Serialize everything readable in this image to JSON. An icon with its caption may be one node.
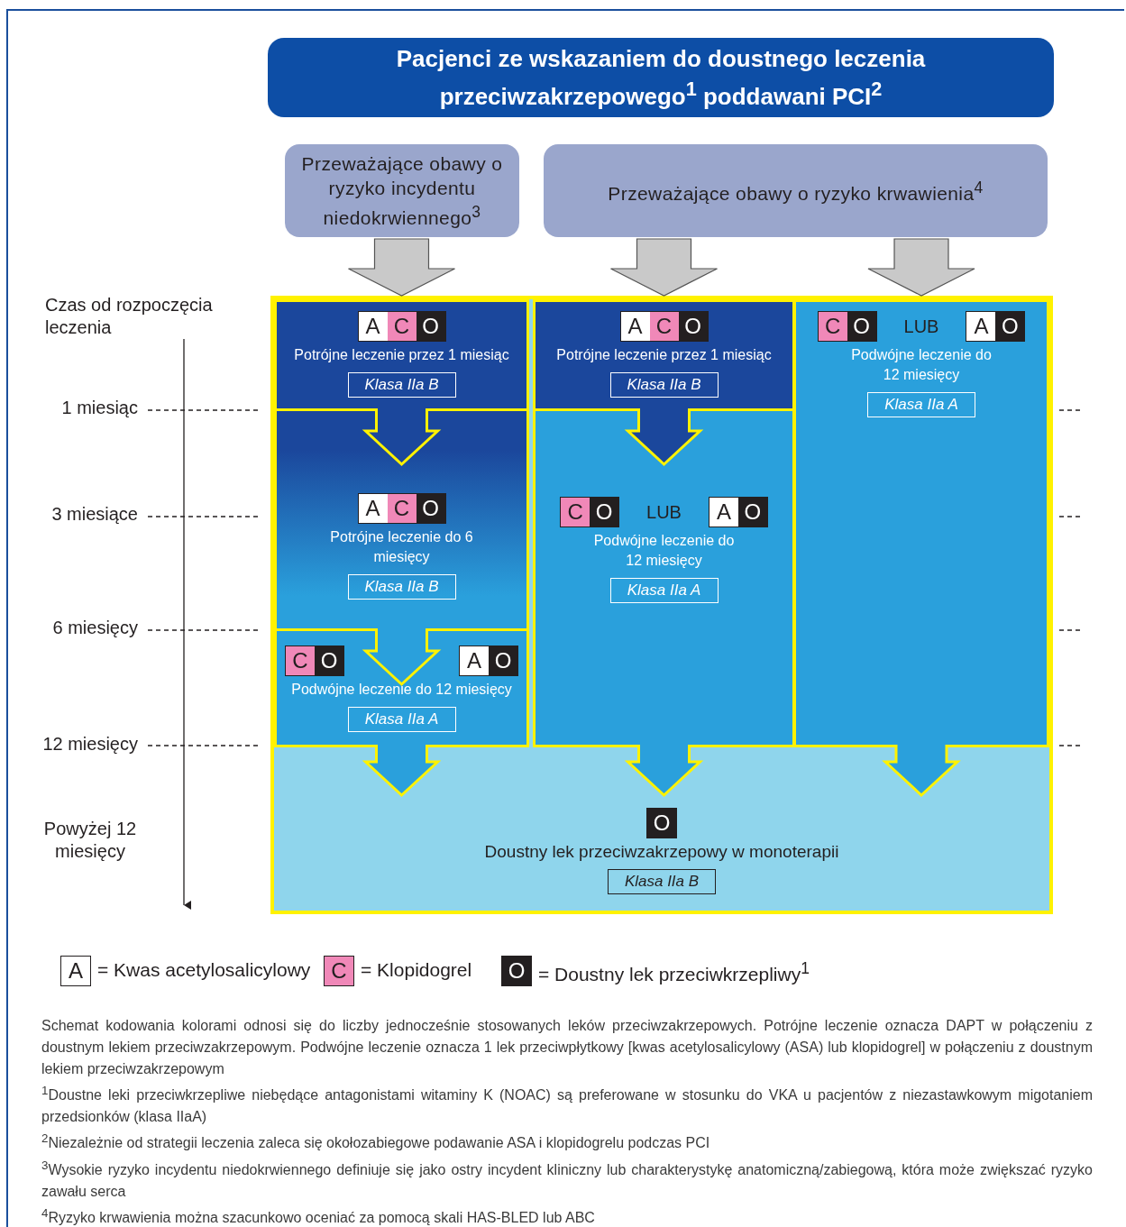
{
  "diagram": {
    "nodes": [
      {
        "text": [
          "Pacjenci ze wskazaniem do doustnego leczenia przeciwzakrzepowego$^{1}$ poddawani PCI$^{2}$"
        ]
      },
      {
        "text": [
          "Przeważające obawy o ryzyko incydentu niedokrwiennego$^{3}$"
        ]
      },
      {
        "text": [
          "Przeważające obawy o ryzyko krwawienia$^{4}$"
        ]
      },
      {
        "text": [
          "A",
          "C",
          "O",
          "Potrójne leczenie przez 1 miesiąc",
          "Klasa IIa B"
        ]
      },
      {
        "text": [
          "A",
          "C",
          "O",
          "Potrójne leczenie do 6 miesięcy",
          "Klasa IIa B"
        ]
      },
      {
        "text": [
          "C",
          "O",
          "A",
          "O",
          "Podwójne leczenie do 12 miesięcy",
          "Klasa IIa A"
        ]
      },
      {
        "text": [
          "A",
          "C",
          "O",
          "Potrójne leczenie przez 1 miesiąc",
          "Klasa IIa B"
        ]
      },
      {
        "text": [
          "C",
          "O",
          "LUB",
          "A",
          "O",
          "Podwójne leczenie do 12 miesięcy",
          "Klasa IIa A"
        ]
      },
      {
        "text": [
          "C",
          "O",
          "LUB",
          "A",
          "O",
          "Podwójne leczenie do 12 miesięcy",
          "Klasa IIa A"
        ]
      },
      {
        "text": [
          "O",
          "Doustny lek przeciwzakrzepowy w monoterapii",
          "Klasa IIa B"
        ]
      }
    ],
    "edges": [
      {
        "from": 1,
        "to": 3,
        "arrow": "to"
      },
      {
        "from": 2,
        "to": 6,
        "arrow": "to"
      },
      {
        "from": 2,
        "to": 8,
        "arrow": "to"
      },
      {
        "from": 3,
        "to": 4,
        "arrow": "to"
      },
      {
        "from": 4,
        "to": 5,
        "arrow": "to"
      },
      {
        "from": 6,
        "to": 7,
        "arrow": "to"
      },
      {
        "from": 5,
        "to": 9,
        "arrow": "to"
      },
      {
        "from": 7,
        "to": 9,
        "arrow": "to"
      },
      {
        "from": 8,
        "to": 9,
        "arrow": "to"
      }
    ],
    "labels": [
      "Czas od rozpoczęcia leczenia",
      "1 miesiąc",
      "3 miesiące",
      "6 miesięcy",
      "12 miesięcy",
      "Powyżej 12 miesięcy",
      "A",
      "C",
      "O",
      "Schemat kodowania kolorami odnosi się do liczby jednocześnie stosowanych leków przeciwzakrzepowych. Potrójne leczenie oznacza DAPT w połączeniu z doustnym lekiem przeciwzakrzepowym. Podwójne leczenie oznacza 1 lek przeciwpłytkowy [kwas acetylosalicylowy (ASA) lub klopidogrel] w połączeniu z doustnym lekiem przeciwzakrzepowym",
      "$^{1}$Doustne leki przeciwkrzepliwe niebędące antagonistami witaminy K (NOAC) są preferowane w stosunku do VKA u pacjentów z niezastawkowym migotaniem przedsionków (klasa IIaA)",
      "$^{2}$Niezależnie od strategii leczenia zaleca się okołozabiegowe podawanie ASA i klopidogrelu podczas PCI",
      "$^{3}$Wysokie ryzyko incydentu niedokrwiennego definiuje się jako ostry incydent kliniczny lub charakterystykę anatomiczną/zabiegową, która może zwiększać ryzyko zawału serca",
      "$^{4}$Ryzyko krwawienia można szacunkowo oceniać za pomocą skali HAS-BLED lub ABC"
    ],
    "legend": [
      {
        "text": "= Kwas acetylosalicylowy",
        "color": "#ffffff"
      },
      {
        "text": "= Klopidogrel",
        "color": "#f088b8"
      },
      {
        "text": "= Doustny lek przeciwkrzepliwy$^{1}$",
        "color": "#231f20"
      }
    ]
  }
}
